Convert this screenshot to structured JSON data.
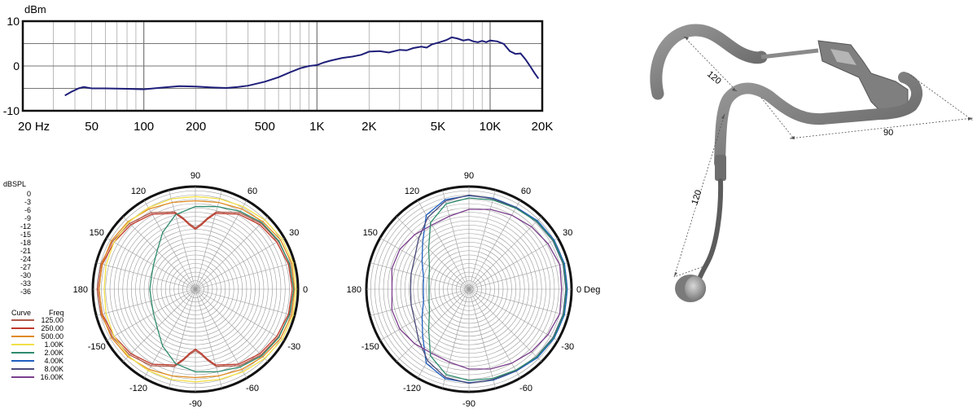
{
  "chart_data": [
    {
      "type": "line",
      "title": "",
      "ylabel": "dBm",
      "xlabel": "",
      "x_scale": "log",
      "xlim": [
        20,
        20000
      ],
      "ylim": [
        -10,
        10
      ],
      "grid": true,
      "x_ticks": [
        {
          "value": 20,
          "label": "20  Hz"
        },
        {
          "value": 50,
          "label": "50"
        },
        {
          "value": 100,
          "label": "100"
        },
        {
          "value": 200,
          "label": "200"
        },
        {
          "value": 500,
          "label": "500"
        },
        {
          "value": 1000,
          "label": "1K"
        },
        {
          "value": 2000,
          "label": "2K"
        },
        {
          "value": 5000,
          "label": "5K"
        },
        {
          "value": 10000,
          "label": "10K"
        },
        {
          "value": 20000,
          "label": "20K"
        }
      ],
      "y_ticks": [
        {
          "value": 10,
          "label": "10"
        },
        {
          "value": 0,
          "label": "0"
        },
        {
          "value": -10,
          "label": "-10"
        }
      ],
      "series": [
        {
          "color": "#1f1f7a",
          "x": [
            35,
            38,
            42,
            45,
            50,
            60,
            80,
            100,
            130,
            160,
            200,
            250,
            300,
            350,
            400,
            500,
            600,
            700,
            800,
            900,
            1000,
            1100,
            1200,
            1400,
            1600,
            1800,
            2000,
            2300,
            2600,
            3000,
            3300,
            3600,
            4000,
            4300,
            4600,
            5000,
            5300,
            5600,
            6000,
            6500,
            7000,
            7500,
            8000,
            8500,
            9000,
            9500,
            10000,
            11000,
            12000,
            13000,
            14000,
            15000,
            16000,
            17000,
            18000,
            19000
          ],
          "values": [
            -6.6,
            -5.8,
            -5.0,
            -4.7,
            -5.0,
            -5.0,
            -5.1,
            -5.2,
            -4.8,
            -4.5,
            -4.6,
            -4.8,
            -4.9,
            -4.7,
            -4.4,
            -3.5,
            -2.5,
            -1.4,
            -0.5,
            0.0,
            0.2,
            0.8,
            1.2,
            1.8,
            2.1,
            2.5,
            3.2,
            3.3,
            3.0,
            3.6,
            3.5,
            4.0,
            4.3,
            4.1,
            4.8,
            5.2,
            5.5,
            5.8,
            6.4,
            6.1,
            5.7,
            5.9,
            5.5,
            5.3,
            5.6,
            5.3,
            5.7,
            5.5,
            4.9,
            3.3,
            2.7,
            2.8,
            1.5,
            0.0,
            -1.5,
            -2.8
          ]
        }
      ]
    },
    {
      "type": "polar",
      "title": "",
      "unit_label": "dBSPL",
      "rlim": [
        -36,
        0
      ],
      "radial_ticks": [
        "0",
        "-3",
        "-6",
        "-9",
        "-12",
        "-15",
        "-18",
        "-21",
        "-24",
        "-27",
        "-30",
        "-33",
        "-36"
      ],
      "angle_labels": [
        {
          "angle": 0,
          "label": "0 Deg"
        },
        {
          "angle": 30,
          "label": "30"
        },
        {
          "angle": 60,
          "label": "60"
        },
        {
          "angle": 90,
          "label": "90"
        },
        {
          "angle": 120,
          "label": "120"
        },
        {
          "angle": 150,
          "label": "150"
        },
        {
          "angle": 180,
          "label": "180"
        },
        {
          "angle": -150,
          "label": "-150"
        },
        {
          "angle": -120,
          "label": "-120"
        },
        {
          "angle": -90,
          "label": "-90"
        },
        {
          "angle": -60,
          "label": "-60"
        },
        {
          "angle": -30,
          "label": "-30"
        }
      ],
      "legend_header": {
        "curve": "Curve",
        "freq": "Freq"
      },
      "legend": [
        {
          "freq": "125.00",
          "color": "#b0584a"
        },
        {
          "freq": "250.00",
          "color": "#c0392b"
        },
        {
          "freq": "500.00",
          "color": "#e08a1e"
        },
        {
          "freq": "1.00K",
          "color": "#f2e04a"
        },
        {
          "freq": "2.00K",
          "color": "#2e8b6e"
        },
        {
          "freq": "4.00K",
          "color": "#1f5fbf"
        },
        {
          "freq": "8.00K",
          "color": "#4a4a7a"
        },
        {
          "freq": "16.00K",
          "color": "#7b3f8c"
        }
      ],
      "series": [
        {
          "freq": "125.00",
          "angles": [
            0,
            15,
            30,
            45,
            60,
            75,
            80,
            85,
            90,
            95,
            100,
            105,
            120,
            135,
            150,
            165,
            180,
            195,
            210,
            225,
            240,
            255,
            260,
            265,
            270,
            275,
            280,
            285,
            300,
            315,
            330,
            345,
            360
          ],
          "values": [
            -1.5,
            -1.7,
            -2.4,
            -3.4,
            -5.0,
            -8.0,
            -10.5,
            -13.0,
            -14.5,
            -13.0,
            -10.5,
            -8.0,
            -5.0,
            -3.4,
            -2.4,
            -1.7,
            -1.5,
            -1.7,
            -2.4,
            -3.4,
            -5.0,
            -8.0,
            -10.5,
            -13.0,
            -14.5,
            -13.0,
            -10.5,
            -8.0,
            -5.0,
            -3.4,
            -2.4,
            -1.7,
            -1.5
          ]
        },
        {
          "freq": "250.00",
          "angles": [
            0,
            15,
            30,
            45,
            60,
            75,
            80,
            85,
            90,
            95,
            100,
            105,
            120,
            135,
            150,
            165,
            180,
            195,
            210,
            225,
            240,
            255,
            260,
            265,
            270,
            275,
            280,
            285,
            300,
            315,
            330,
            345,
            360
          ],
          "values": [
            -2.0,
            -2.2,
            -3.0,
            -4.0,
            -5.6,
            -8.5,
            -11.0,
            -13.5,
            -15.0,
            -13.5,
            -11.0,
            -8.5,
            -5.6,
            -4.0,
            -3.0,
            -2.2,
            -2.0,
            -2.2,
            -3.0,
            -4.0,
            -5.6,
            -8.5,
            -11.0,
            -13.5,
            -15.0,
            -13.5,
            -11.0,
            -8.5,
            -5.6,
            -4.0,
            -3.0,
            -2.2,
            -2.0
          ]
        },
        {
          "freq": "500.00",
          "angles": [
            0,
            15,
            30,
            45,
            60,
            75,
            90,
            105,
            120,
            135,
            150,
            165,
            180,
            195,
            210,
            225,
            240,
            255,
            270,
            285,
            300,
            315,
            330,
            345,
            360
          ],
          "values": [
            -1.2,
            -1.0,
            -1.5,
            -2.5,
            -3.5,
            -4.5,
            -5.0,
            -4.5,
            -3.5,
            -2.5,
            -2.0,
            -2.0,
            -2.2,
            -2.0,
            -2.0,
            -2.5,
            -3.5,
            -4.5,
            -5.0,
            -4.5,
            -3.5,
            -2.5,
            -1.5,
            -1.0,
            -1.2
          ]
        },
        {
          "freq": "1.00K",
          "angles": [
            0,
            15,
            30,
            45,
            60,
            75,
            90,
            105,
            120,
            135,
            150,
            165,
            180,
            195,
            210,
            225,
            240,
            255,
            270,
            285,
            300,
            315,
            330,
            345,
            360
          ],
          "values": [
            -0.6,
            -0.5,
            -0.8,
            -1.6,
            -2.5,
            -3.2,
            -3.5,
            -3.2,
            -3.0,
            -2.8,
            -3.0,
            -3.5,
            -4.0,
            -3.5,
            -3.0,
            -2.8,
            -3.0,
            -3.2,
            -3.5,
            -3.2,
            -2.5,
            -1.6,
            -0.8,
            -0.5,
            -0.6
          ]
        },
        {
          "freq": "2.00K",
          "angles": [
            0,
            15,
            30,
            45,
            60,
            75,
            90,
            105,
            120,
            135,
            150,
            165,
            180,
            195,
            210,
            225,
            240,
            255,
            270,
            285,
            300,
            315,
            330,
            345,
            360
          ],
          "values": [
            -1.5,
            -1.8,
            -2.2,
            -3.0,
            -4.5,
            -6.0,
            -7.0,
            -9.0,
            -13.0,
            -17.0,
            -19.0,
            -20.0,
            -20.0,
            -20.0,
            -19.0,
            -17.0,
            -13.0,
            -9.0,
            -7.0,
            -6.0,
            -4.5,
            -3.0,
            -2.2,
            -1.8,
            -1.5
          ]
        }
      ]
    },
    {
      "type": "polar",
      "title": "",
      "rlim": [
        -36,
        0
      ],
      "angle_labels": [
        {
          "angle": 0,
          "label": "0 Deg"
        },
        {
          "angle": 30,
          "label": "30"
        },
        {
          "angle": 60,
          "label": "60"
        },
        {
          "angle": 90,
          "label": "90"
        },
        {
          "angle": 120,
          "label": "120"
        },
        {
          "angle": 150,
          "label": "150"
        },
        {
          "angle": 180,
          "label": "180"
        },
        {
          "angle": -150,
          "label": "-150"
        },
        {
          "angle": -120,
          "label": "-120"
        },
        {
          "angle": -90,
          "label": "-90"
        },
        {
          "angle": -60,
          "label": "-60"
        },
        {
          "angle": -30,
          "label": "-30"
        }
      ],
      "series": [
        {
          "freq": "4.00K",
          "angles": [
            0,
            15,
            30,
            45,
            60,
            75,
            90,
            105,
            120,
            135,
            150,
            165,
            180,
            195,
            210,
            225,
            240,
            255,
            270,
            285,
            300,
            315,
            330,
            345,
            360
          ],
          "values": [
            -1.5,
            -1.3,
            -1.5,
            -2.0,
            -2.8,
            -3.0,
            -3.2,
            -3.5,
            -6.0,
            -13.0,
            -17.0,
            -19.5,
            -20.0,
            -19.5,
            -17.0,
            -13.0,
            -6.0,
            -3.5,
            -3.2,
            -3.0,
            -2.8,
            -2.0,
            -1.5,
            -1.3,
            -1.5
          ]
        },
        {
          "freq": "8.00K",
          "angles": [
            0,
            15,
            30,
            45,
            60,
            75,
            90,
            105,
            120,
            135,
            150,
            165,
            180,
            195,
            210,
            225,
            240,
            255,
            270,
            285,
            300,
            315,
            330,
            345,
            360
          ],
          "values": [
            -2.0,
            -1.8,
            -2.0,
            -2.5,
            -3.0,
            -3.2,
            -3.0,
            -4.0,
            -7.0,
            -11.0,
            -14.0,
            -15.0,
            -15.5,
            -15.0,
            -14.0,
            -11.0,
            -7.0,
            -4.0,
            -3.0,
            -3.2,
            -3.0,
            -2.5,
            -2.0,
            -1.8,
            -2.0
          ]
        },
        {
          "freq": "16.00K",
          "angles": [
            0,
            15,
            30,
            45,
            60,
            75,
            90,
            105,
            120,
            135,
            150,
            165,
            180,
            195,
            210,
            225,
            240,
            255,
            270,
            285,
            300,
            315,
            330,
            345,
            360
          ],
          "values": [
            -3.5,
            -3.0,
            -4.0,
            -5.0,
            -6.0,
            -7.0,
            -8.0,
            -9.5,
            -10.0,
            -9.0,
            -8.0,
            -8.0,
            -9.0,
            -8.0,
            -8.0,
            -9.0,
            -10.0,
            -9.5,
            -8.0,
            -7.0,
            -6.0,
            -5.0,
            -4.0,
            -3.0,
            -3.5
          ]
        },
        {
          "freq": "2.00K",
          "angles": [
            0,
            15,
            30,
            45,
            60,
            75,
            90,
            105,
            120,
            135,
            150,
            165,
            180,
            195,
            210,
            225,
            240,
            255,
            270,
            285,
            300,
            315,
            330,
            345,
            360
          ],
          "values": [
            -1.8,
            -1.6,
            -1.8,
            -2.4,
            -3.2,
            -3.6,
            -4.0,
            -5.0,
            -9.0,
            -16.0,
            -20.0,
            -21.5,
            -22.0,
            -21.5,
            -20.0,
            -16.0,
            -9.0,
            -5.0,
            -4.0,
            -3.6,
            -3.2,
            -2.4,
            -1.8,
            -1.6,
            -1.8
          ]
        }
      ]
    }
  ],
  "headset": {
    "dimension_labels": [
      "120",
      "90",
      "120"
    ]
  }
}
